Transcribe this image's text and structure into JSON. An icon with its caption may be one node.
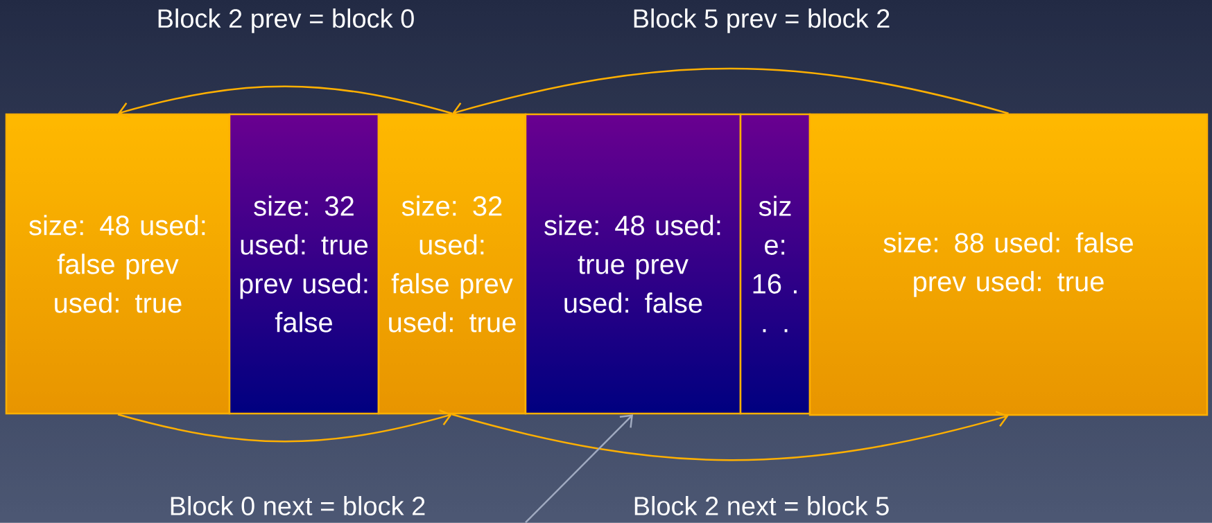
{
  "diagram": {
    "nodes": [
      {
        "text": [
          "size: 48 used: false prev used: true"
        ]
      },
      {
        "text": [
          "size: 32 used: true prev used: false"
        ]
      },
      {
        "text": [
          "size: 32 used: false prev used: true"
        ]
      },
      {
        "text": [
          "size: 48 used: true prev used: false"
        ]
      },
      {
        "text": [
          "siz e: 16 . . ."
        ]
      },
      {
        "text": [
          "size: 88 used: false prev used: true"
        ]
      }
    ],
    "edges": [
      {
        "from": 2,
        "to": 0,
        "arrow": "to"
      },
      {
        "from": 5,
        "to": 2,
        "arrow": "to"
      },
      {
        "from": 0,
        "to": 2,
        "arrow": "to"
      },
      {
        "from": 2,
        "to": 5,
        "arrow": "to"
      },
      {
        "from": null,
        "to": 3,
        "arrow": "to",
        "color": "#a0aac0"
      }
    ],
    "labels": [
      "Block 2 prev = block 0",
      "Block 5 prev = block 2",
      "Block 0 next = block 2",
      "Block 2 next = block 5"
    ]
  }
}
